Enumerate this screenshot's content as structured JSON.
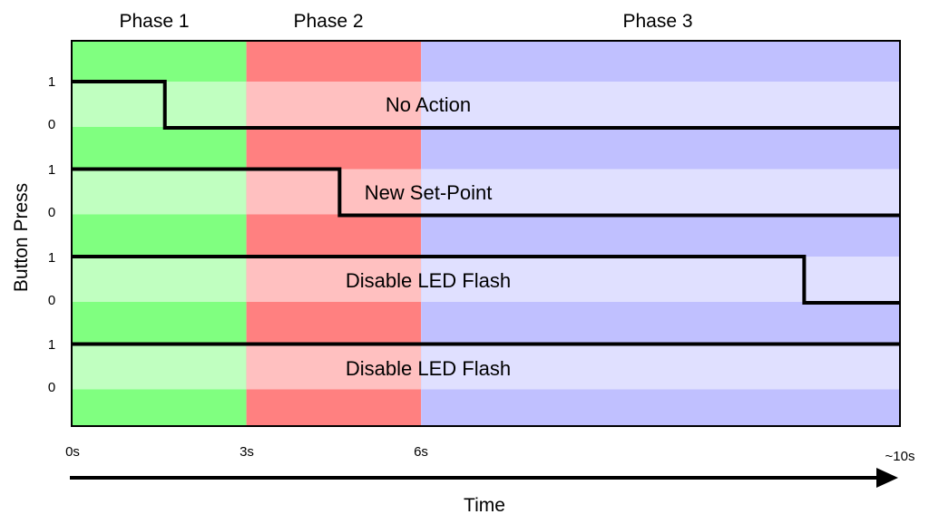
{
  "phases": [
    {
      "label": "Phase 1",
      "start": 0,
      "end": 3,
      "color_strong": "#80ff80",
      "color_light": "#c0ffc0"
    },
    {
      "label": "Phase 2",
      "start": 3,
      "end": 6,
      "color_strong": "#ff8080",
      "color_light": "#ffc0c0"
    },
    {
      "label": "Phase 3",
      "start": 6,
      "end": 10,
      "color_strong": "#c0c0ff",
      "color_light": "#e0e0ff"
    }
  ],
  "x_ticks": [
    "0s",
    "3s",
    "6s",
    "~10s"
  ],
  "x_axis_label": "Time",
  "y_axis_label": "Button Press",
  "rows": [
    {
      "label": "No Action",
      "high": "1",
      "low": "0",
      "drop_time": 1.6
    },
    {
      "label": "New Set-Point",
      "high": "1",
      "low": "0",
      "drop_time": 4.6
    },
    {
      "label": "Disable LED Flash",
      "high": "1",
      "low": "0",
      "drop_time": 9.2
    },
    {
      "label": "Disable LED Flash",
      "high": "1",
      "low": "0",
      "drop_time": null
    }
  ],
  "colors": {
    "signal": "#000000",
    "border": "#000000"
  }
}
